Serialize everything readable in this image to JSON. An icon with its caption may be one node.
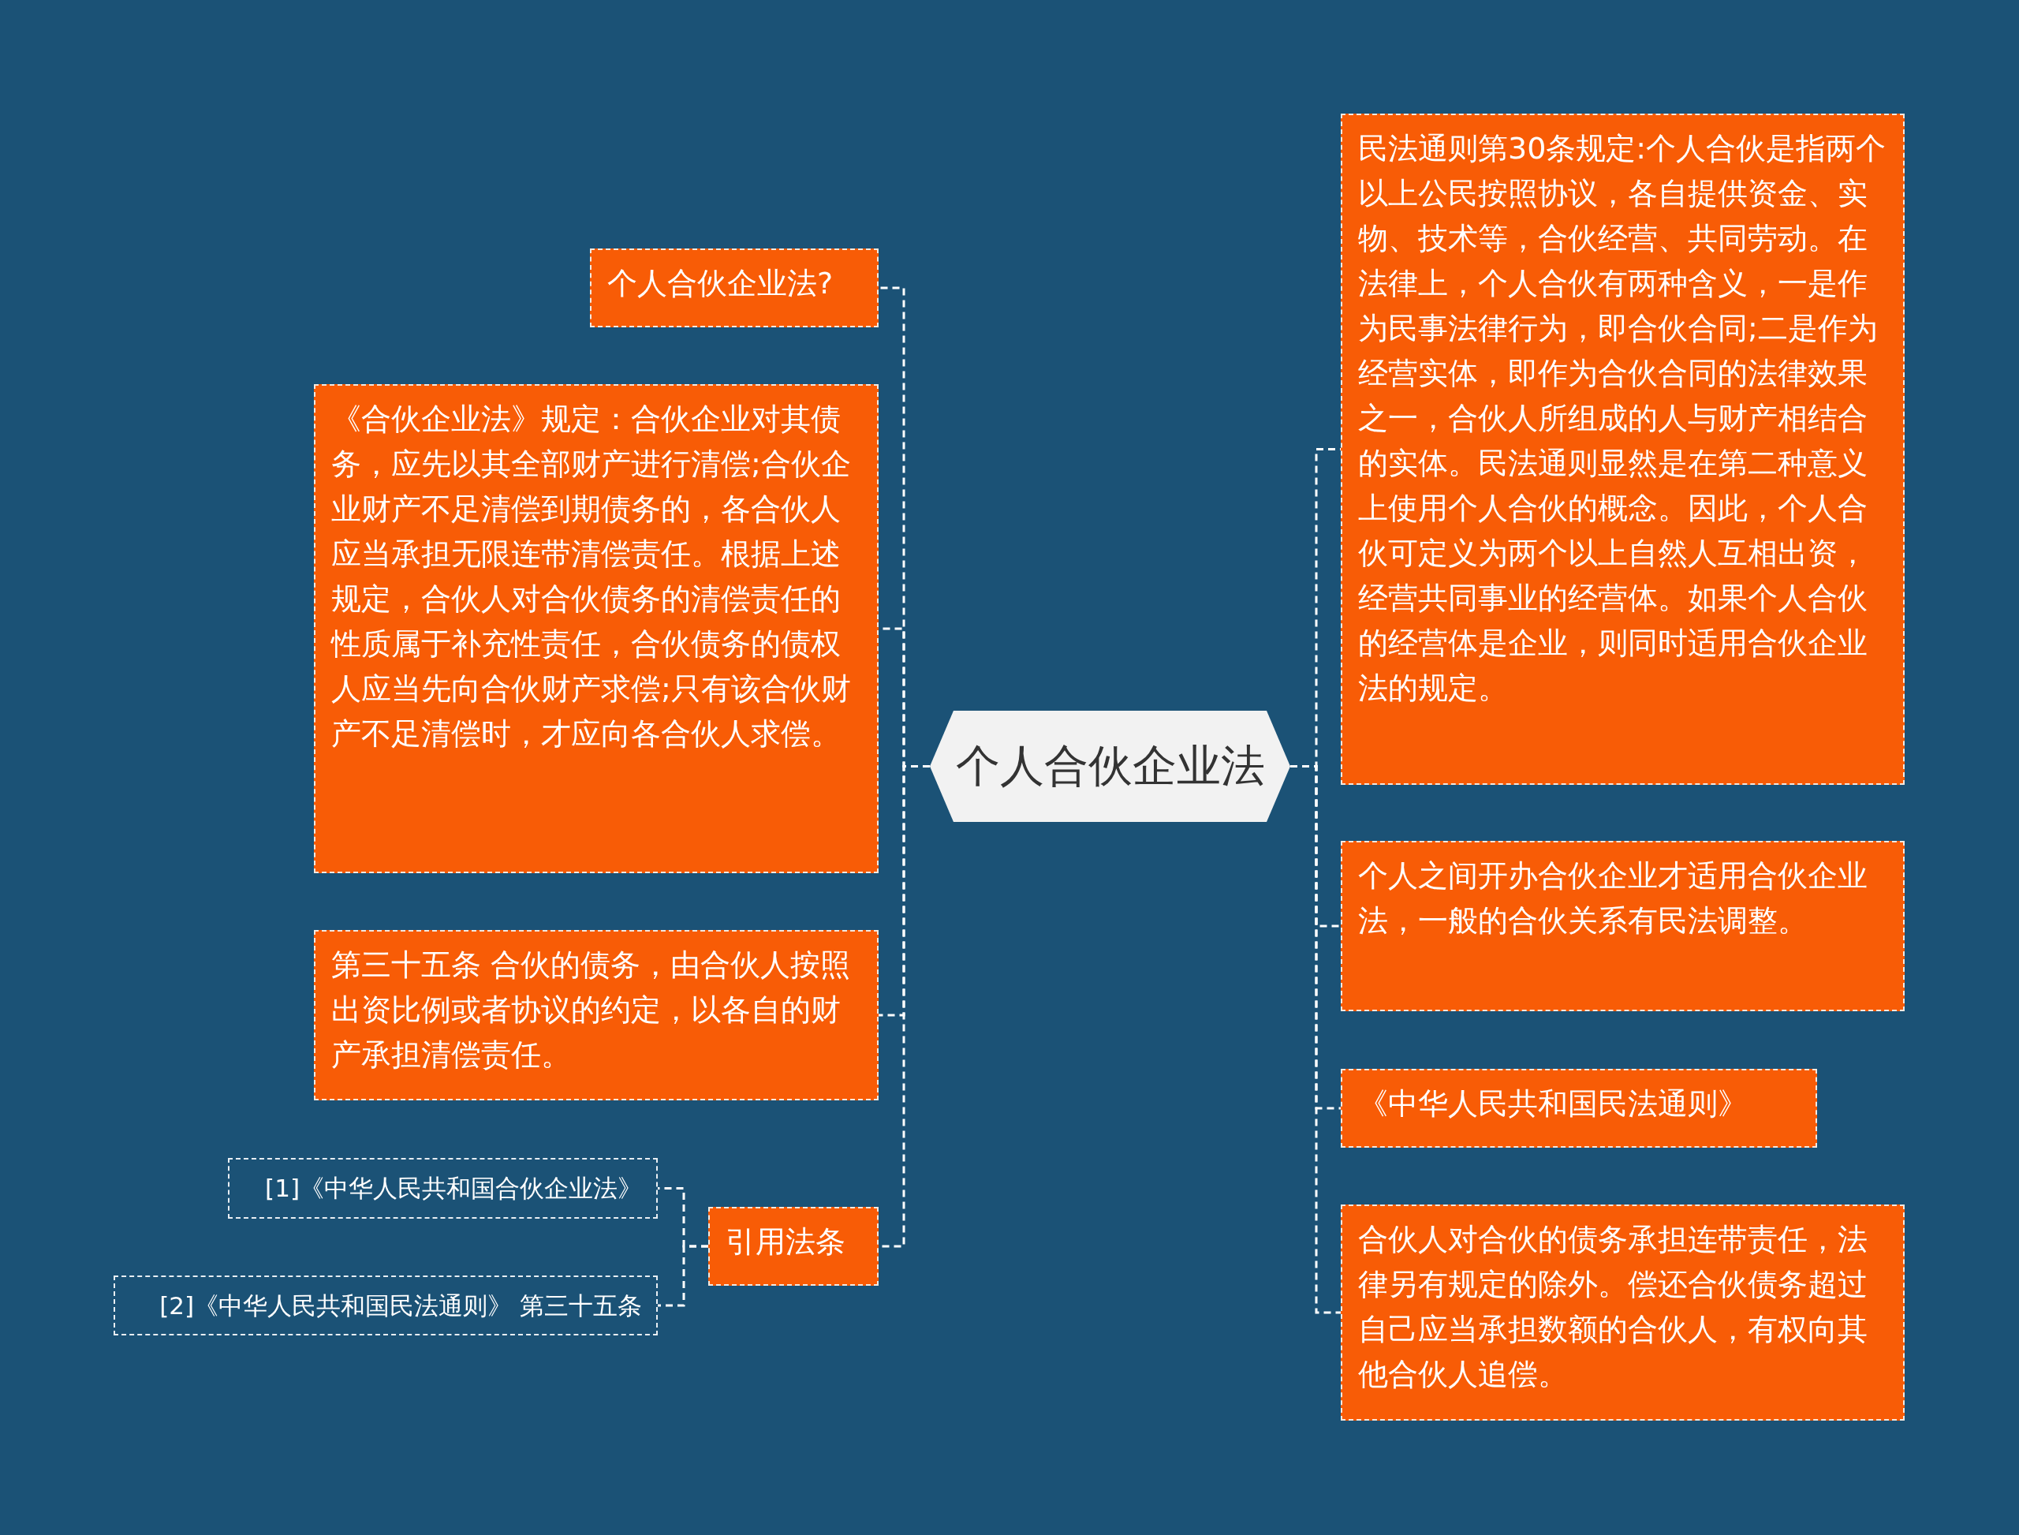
{
  "diagram": {
    "nodes": [
      {
        "text": [
          "个人合伙企业法"
        ]
      },
      {
        "text": [
          "个人合伙企业法?"
        ]
      },
      {
        "text": [
          "《合伙企业法》规定：合伙企业对其债务，应先以其全部财产进行清偿;合伙企业财产不足清偿到期债务的，各合伙人应当承担无限连带清偿责任。根据上述规定，合伙人对合伙债务的清偿责任的性质属于补充性责任，合伙债务的债权人应当先向合伙财产求偿;只有该合伙财产不足清偿时，才应向各合伙人求偿。"
        ]
      },
      {
        "text": [
          "第三十五条 合伙的债务，由合伙人按照出资比例或者协议的约定，以各自的财产承担清偿责任。"
        ]
      },
      {
        "text": [
          "引用法条"
        ]
      },
      {
        "text": [
          "[1]《中华人民共和国合伙企业法》"
        ]
      },
      {
        "text": [
          "[2]《中华人民共和国民法通则》 第三十五条"
        ]
      },
      {
        "text": [
          "民法通则第30条规定:个人合伙是指两个以上公民按照协议，各自提供资金、实物、技术等，合伙经营、共同劳动。在法律上，个人合伙有两种含义，一是作为民事法律行为，即合伙合同;二是作为经营实体，即作为合伙合同的法律效果之一，合伙人所组成的人与财产相结合的实体。民法通则显然是在第二种意义上使用个人合伙的概念。因此，个人合伙可定义为两个以上自然人互相出资，经营共同事业的经营体。如果个人合伙的经营体是企业，则同时适用合伙企业法的规定。"
        ]
      },
      {
        "text": [
          "个人之间开办合伙企业才适用合伙企业法，一般的合伙关系有民法调整。"
        ]
      },
      {
        "text": [
          "《中华人民共和国民法通则》"
        ]
      },
      {
        "text": [
          "合伙人对合伙的债务承担连带责任，法律另有规定的除外。偿还合伙债务超过自己应当承担数额的合伙人，有权向其他合伙人追偿。"
        ]
      }
    ],
    "edges": [
      {
        "from": 0,
        "to": 1,
        "arrow": "none"
      },
      {
        "from": 0,
        "to": 2,
        "arrow": "none"
      },
      {
        "from": 0,
        "to": 3,
        "arrow": "none"
      },
      {
        "from": 0,
        "to": 4,
        "arrow": "none"
      },
      {
        "from": 4,
        "to": 5,
        "arrow": "none"
      },
      {
        "from": 4,
        "to": 6,
        "arrow": "none"
      },
      {
        "from": 0,
        "to": 7,
        "arrow": "none"
      },
      {
        "from": 0,
        "to": 8,
        "arrow": "none"
      },
      {
        "from": 0,
        "to": 9,
        "arrow": "none"
      },
      {
        "from": 0,
        "to": 10,
        "arrow": "none"
      }
    ]
  }
}
